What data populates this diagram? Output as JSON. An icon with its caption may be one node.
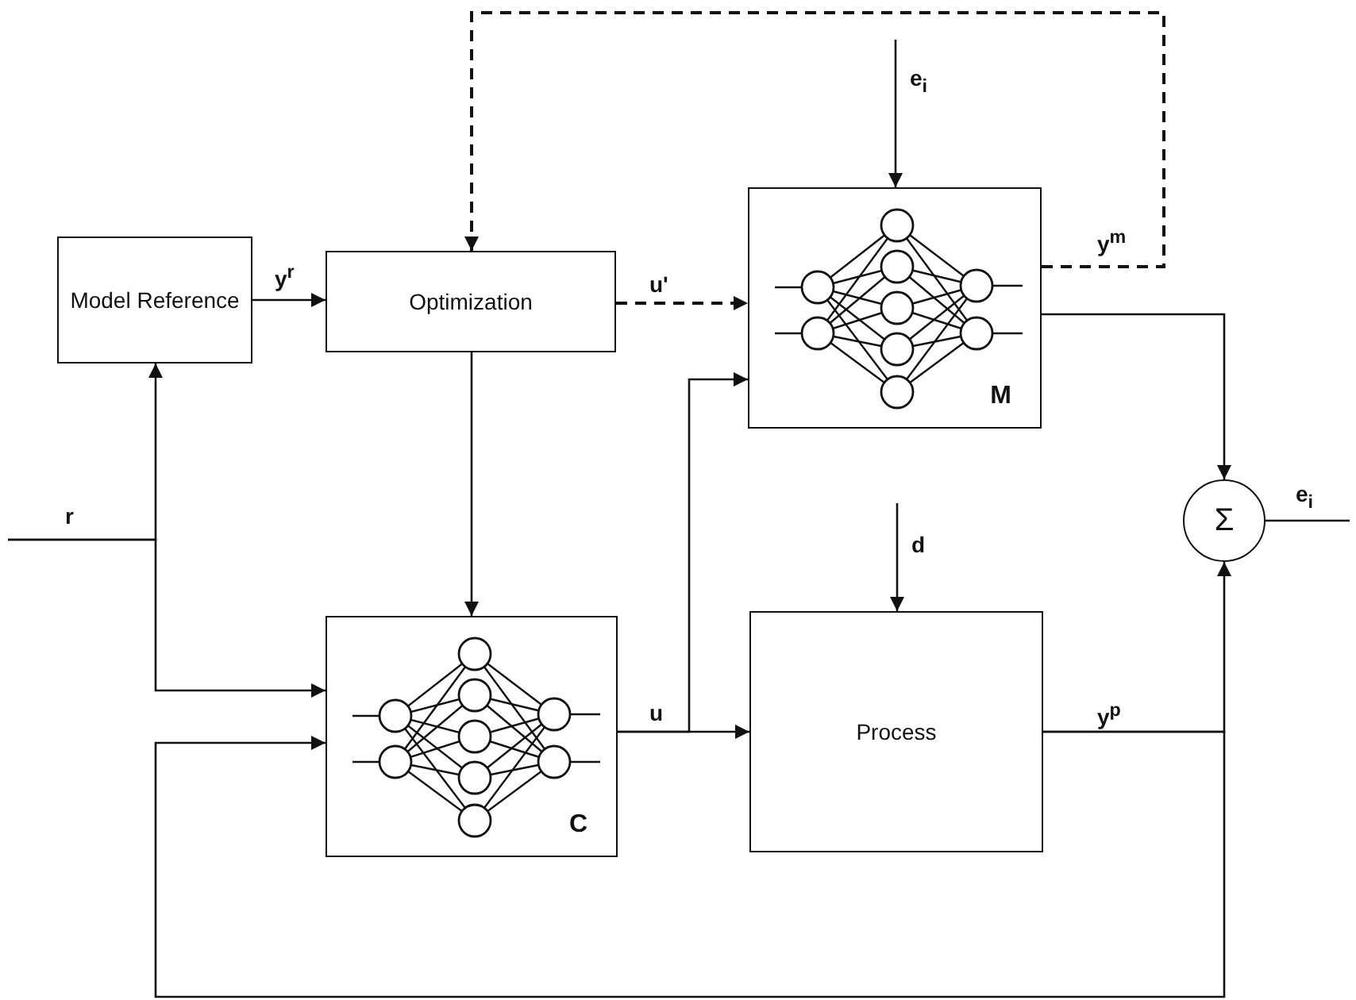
{
  "diagram": {
    "nodes": [
      {
        "text": [
          "Model Reference"
        ]
      },
      {
        "text": [
          "Optimization"
        ]
      },
      {
        "text": [
          "M"
        ]
      },
      {
        "text": [
          "C"
        ]
      },
      {
        "text": [
          "Process"
        ]
      },
      {
        "text": [
          "Σ"
        ]
      }
    ],
    "edges": [
      {
        "from": null,
        "to": 0,
        "arrow": "to",
        "label": "r"
      },
      {
        "from": null,
        "to": 3,
        "arrow": "to"
      },
      {
        "from": 0,
        "to": 1,
        "arrow": "to",
        "label": "y$^{r}$"
      },
      {
        "from": 1,
        "to": 2,
        "arrow": "to",
        "label": "u'",
        "style": "dashed"
      },
      {
        "from": 2,
        "to": 1,
        "arrow": "to",
        "label": "y$^{m}$",
        "style": "dashed"
      },
      {
        "from": 1,
        "to": 3,
        "arrow": "to"
      },
      {
        "from": 3,
        "to": 4,
        "arrow": "to",
        "label": "u"
      },
      {
        "from": 3,
        "to": 2,
        "arrow": "to"
      },
      {
        "from": null,
        "to": 2,
        "arrow": "to",
        "label": "e$_{i}$"
      },
      {
        "from": 2,
        "to": 5,
        "arrow": "to"
      },
      {
        "from": 4,
        "to": 5,
        "arrow": "to",
        "label": "y$^{p}$"
      },
      {
        "from": 4,
        "to": 3,
        "arrow": "to"
      },
      {
        "from": null,
        "to": 4,
        "arrow": "to",
        "label": "d"
      },
      {
        "from": 5,
        "to": null,
        "arrow": "none",
        "label": "e$_{i}$"
      }
    ]
  }
}
